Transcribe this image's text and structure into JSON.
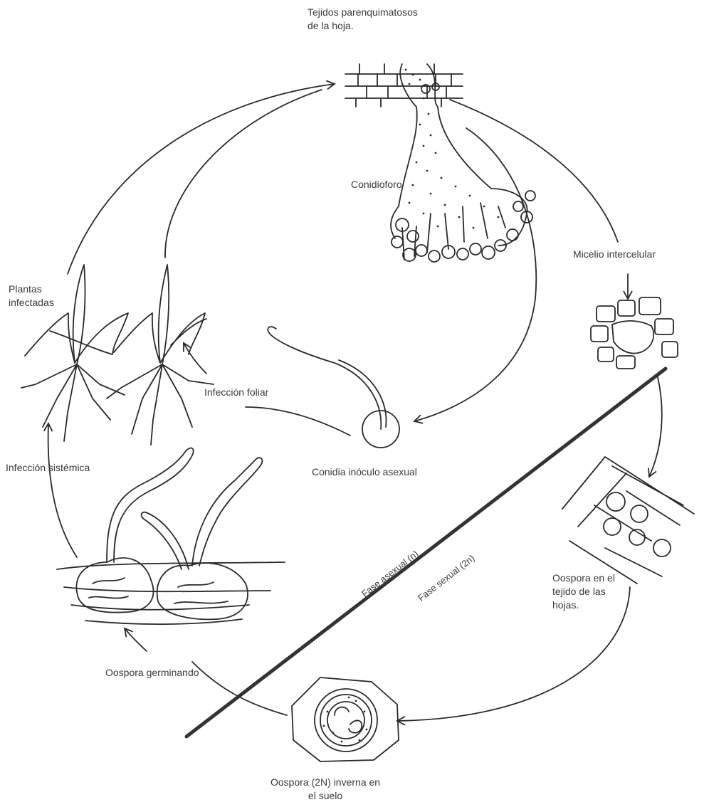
{
  "labels": {
    "tejidos_line1": "Tejidos parenquimatosos",
    "tejidos_line2": "de la hoja.",
    "conidioforo": "Conidioforo",
    "micelio": "Micelio intercelular",
    "plantas_line1": "Plantas",
    "plantas_line2": "infectadas",
    "infeccion_foliar": "Infección foliar",
    "infeccion_sistemica": "Infección sistémica",
    "conidia": "Conidia inóculo asexual",
    "fase_asexual": "Fase asexual (n)",
    "fase_sexual": "Fase sexual (2n)",
    "oospora_tejido_line1": "Oospora en el",
    "oospora_tejido_line2": "tejido de las",
    "oospora_tejido_line3": "hojas.",
    "oospora_germinando": "Oospora germinando",
    "oospora_inverna_line1": "Oospora (2N) inverna en",
    "oospora_inverna_line2": "el suelo"
  },
  "colors": {
    "ink": "#2a2a2a",
    "divider": "#333333"
  }
}
